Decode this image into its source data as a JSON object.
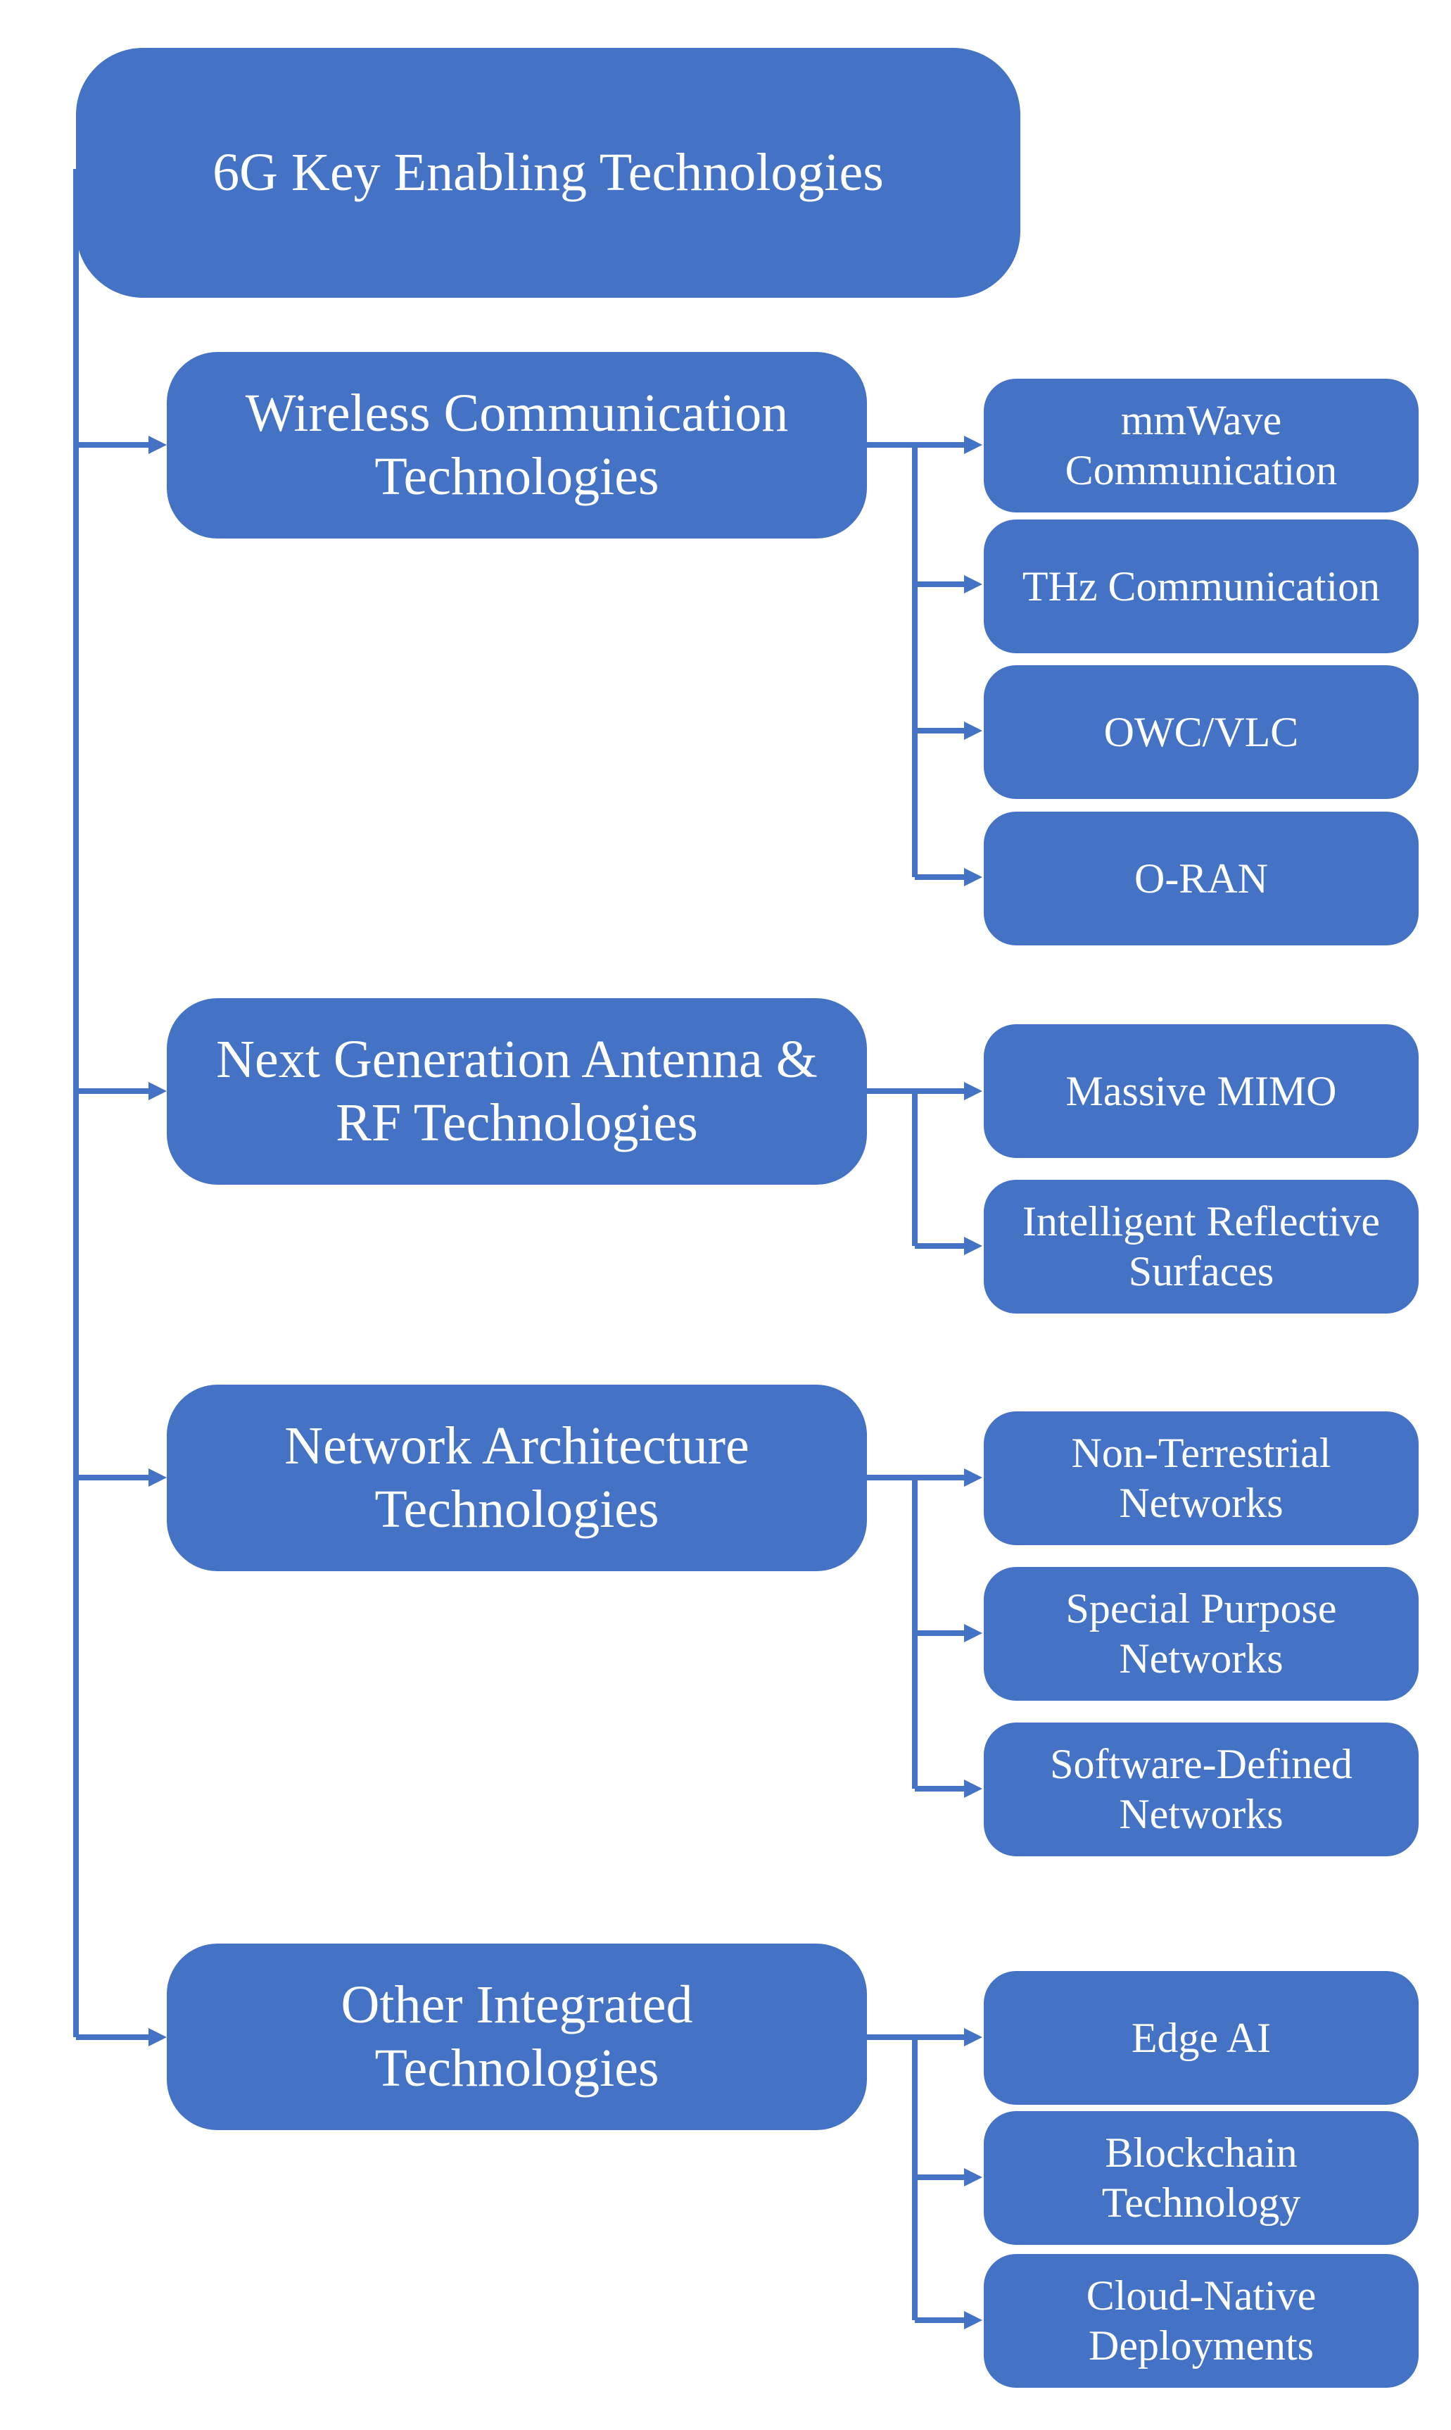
{
  "root": {
    "label": "6G Key Enabling Technologies"
  },
  "categories": [
    {
      "label": "Wireless Communication\nTechnologies",
      "items": [
        {
          "label": "mmWave\nCommunication"
        },
        {
          "label": "THz Communication"
        },
        {
          "label": "OWC/VLC"
        },
        {
          "label": "O-RAN"
        }
      ]
    },
    {
      "label": "Next Generation Antenna &\nRF Technologies",
      "items": [
        {
          "label": "Massive MIMO"
        },
        {
          "label": "Intelligent Reflective\nSurfaces"
        }
      ]
    },
    {
      "label": "Network Architecture\nTechnologies",
      "items": [
        {
          "label": "Non-Terrestrial\nNetworks"
        },
        {
          "label": "Special Purpose\nNetworks"
        },
        {
          "label": "Software-Defined\nNetworks"
        }
      ]
    },
    {
      "label": "Other Integrated\nTechnologies",
      "items": [
        {
          "label": "Edge AI"
        },
        {
          "label": "Blockchain\nTechnology"
        },
        {
          "label": "Cloud-Native\nDeployments"
        }
      ]
    }
  ],
  "colors": {
    "box_fill": "#4472c4",
    "text": "#ffffff",
    "connector": "#4472c4"
  }
}
